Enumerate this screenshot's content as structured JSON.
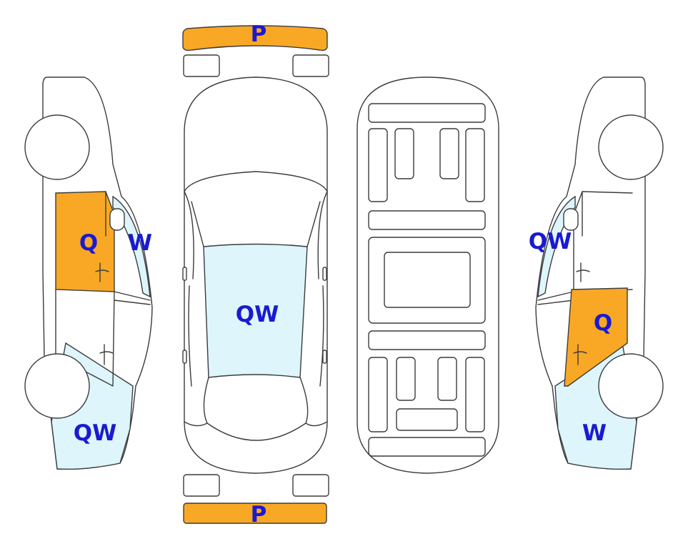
{
  "colors": {
    "damage_orange": "#F9A825",
    "glass_blue": "#DDF5FB",
    "label_blue": "#1A1AD0",
    "outline": "#3C3C3C"
  },
  "marks": {
    "left_side_door": "Q",
    "left_side_window": "W",
    "left_side_rear": "QW",
    "top_front_bumper": "P",
    "top_windshield": "QW",
    "top_rear_bumper": "P",
    "right_side_window": "QW",
    "right_side_door": "Q",
    "right_side_rear": "W"
  }
}
